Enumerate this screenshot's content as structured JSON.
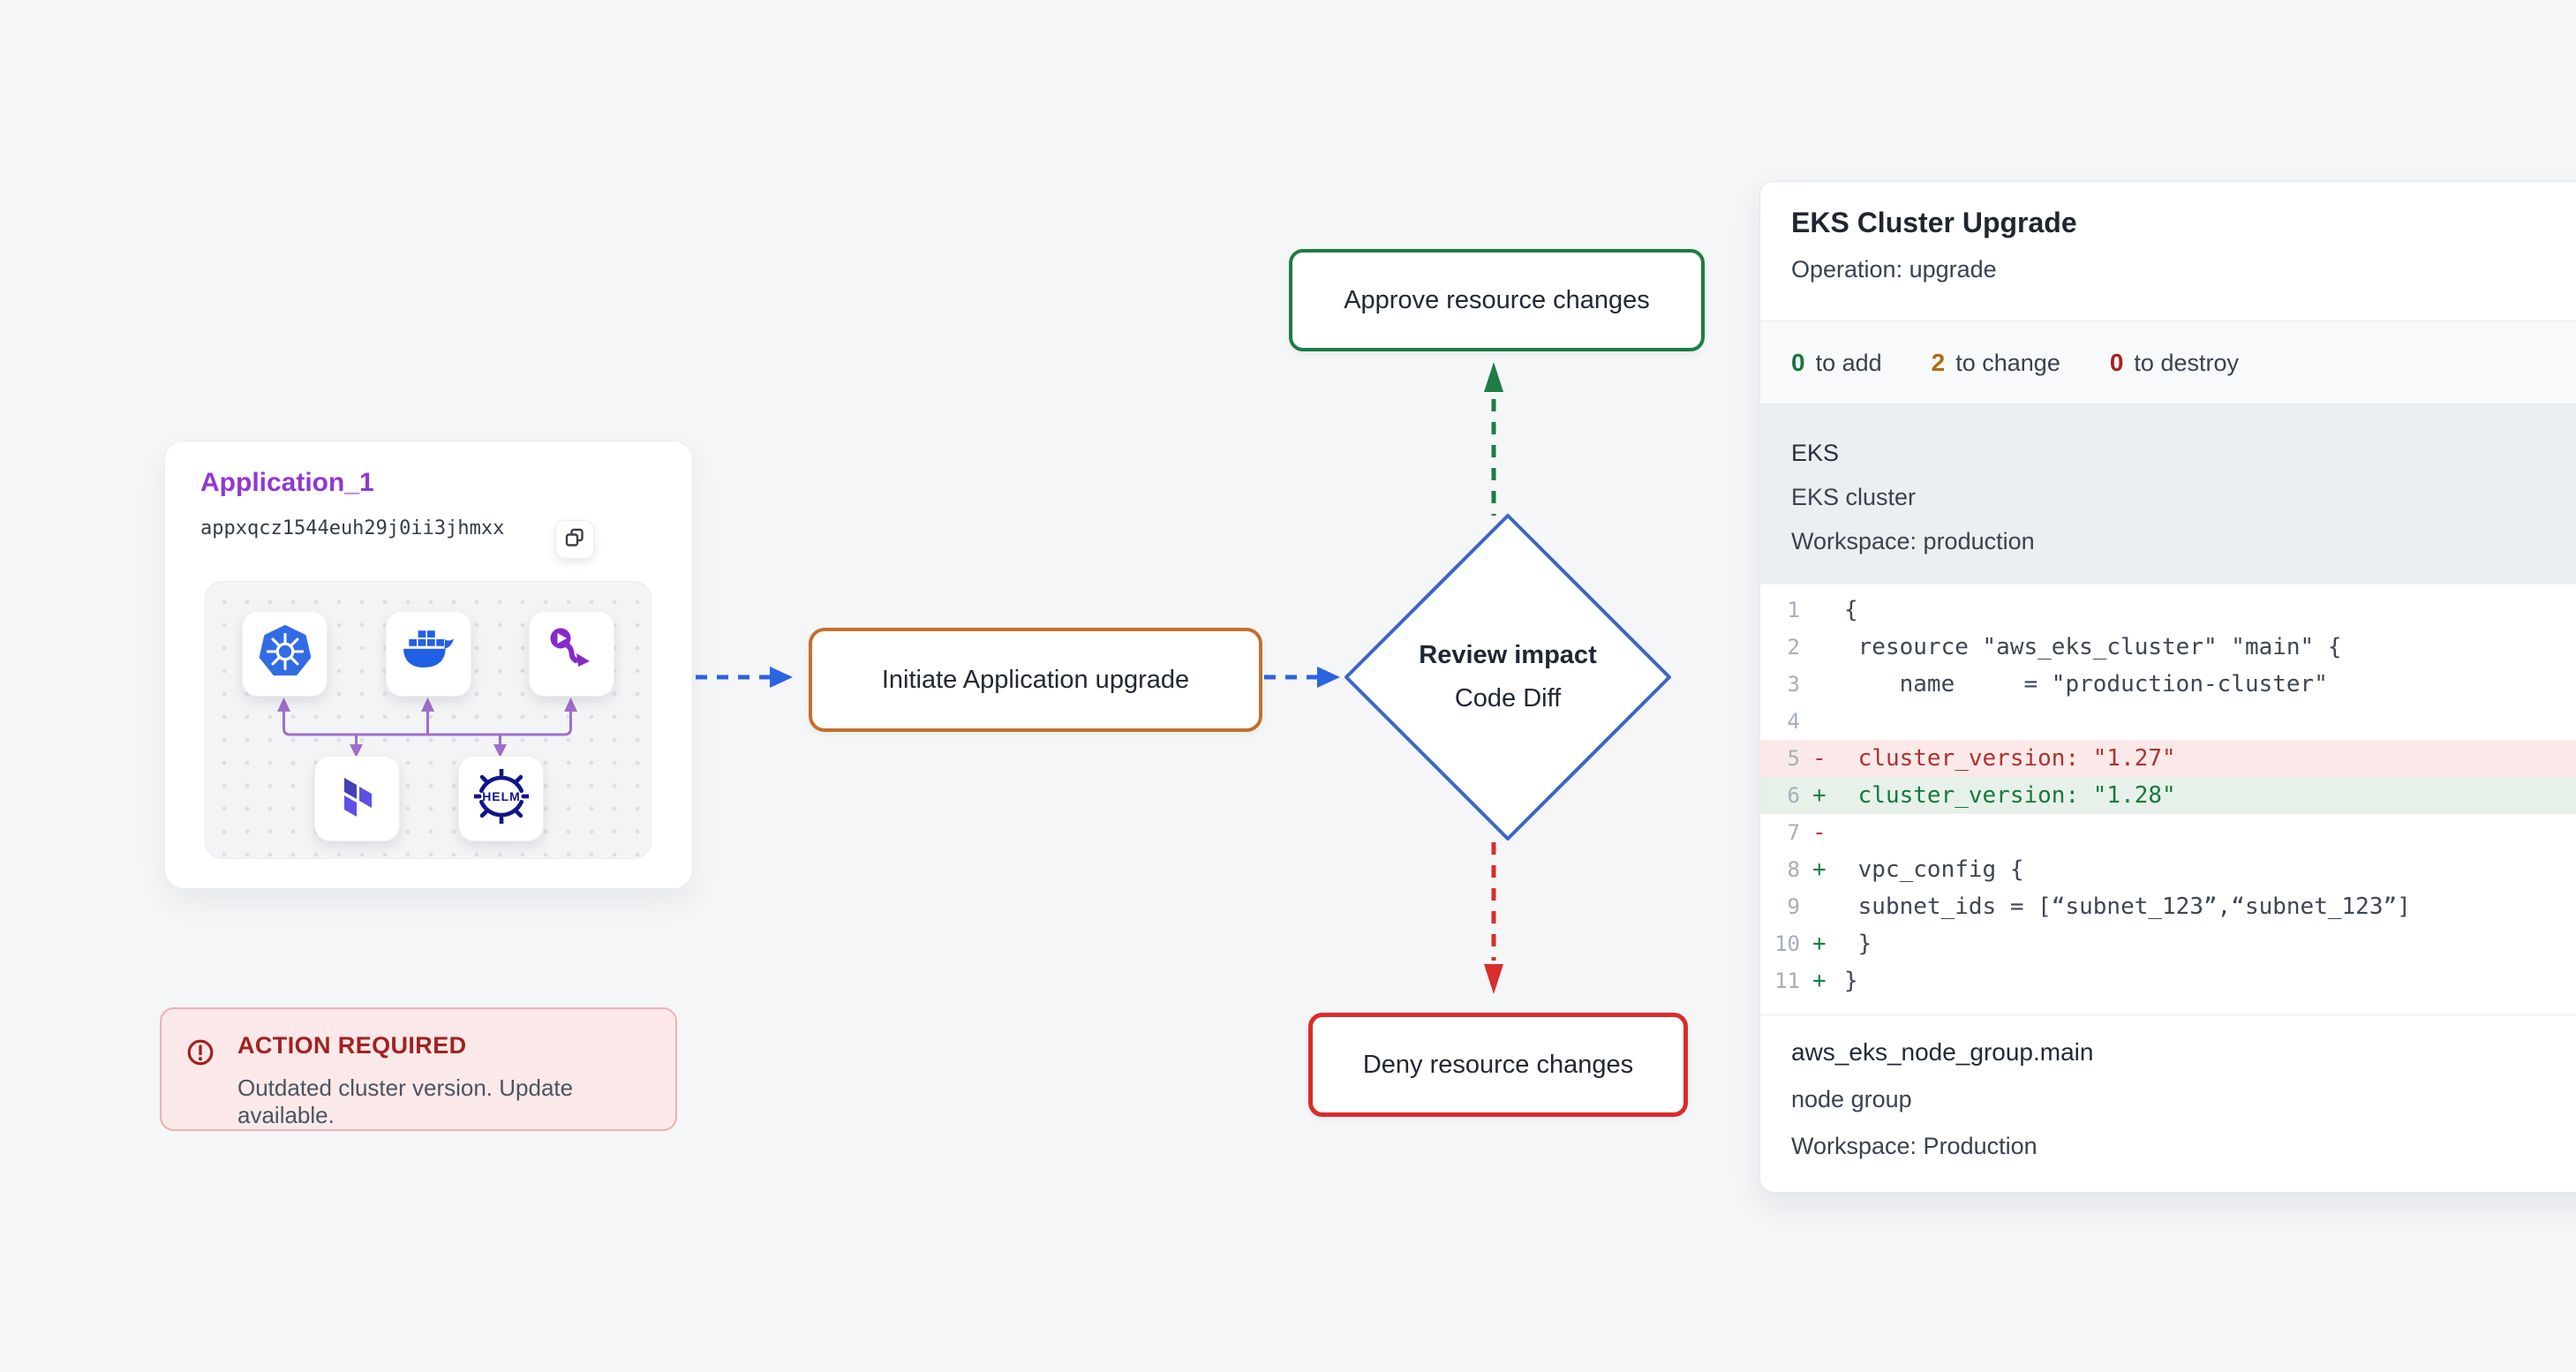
{
  "colors": {
    "page_bg": "#F5F6F8",
    "app_title_purple": "#9137D2",
    "connector_purple": "#A06ECB",
    "arrow_blue": "#2B63E1",
    "arrow_green": "#1E7C44",
    "arrow_red": "#D92D2D",
    "initiate_border_orange": "#C4702C",
    "approve_border_green": "#1C7C43",
    "deny_border_red": "#DB2B2B",
    "diamond_border_blue": "#3C67C6",
    "alert_red": "#A32121",
    "alert_bg": "#FBE9E9",
    "diff_removed_text": "#B03030",
    "diff_added_text": "#157A3D",
    "summary_add_green": "#17763F",
    "summary_change_amber": "#B4690E",
    "summary_destroy_red": "#AE1F1F"
  },
  "app_card": {
    "title": "Application_1",
    "app_id": "appxqcz1544euh29j0ii3jhmxx",
    "helm_label": "HELM",
    "icons": [
      "kubernetes",
      "docker",
      "pipeline",
      "terraform",
      "helm"
    ]
  },
  "alert": {
    "title": "ACTION REQUIRED",
    "message": "Outdated cluster version. Update available."
  },
  "flow": {
    "initiate": "Initiate Application upgrade",
    "decision_line1": "Review impact",
    "decision_line2": "Code Diff",
    "approve": "Approve resource changes",
    "deny": "Deny resource changes"
  },
  "panel": {
    "title": "EKS Cluster Upgrade",
    "operation": "Operation: upgrade",
    "summary": [
      {
        "value": "0",
        "label": "to add"
      },
      {
        "value": "2",
        "label": "to change"
      },
      {
        "value": "0",
        "label": "to destroy"
      }
    ],
    "resource": {
      "name": "EKS",
      "type": "EKS cluster",
      "workspace": "Workspace: production"
    },
    "code": [
      {
        "num": "1",
        "sign": "",
        "text": "{"
      },
      {
        "num": "2",
        "sign": "",
        "text": " resource \"aws_eks_cluster\" \"main\" {"
      },
      {
        "num": "3",
        "sign": "",
        "text": "    name     = \"production-cluster\""
      },
      {
        "num": "4",
        "sign": "",
        "text": ""
      },
      {
        "num": "5",
        "sign": "-",
        "text": " cluster_version: \"1.27\""
      },
      {
        "num": "6",
        "sign": "+",
        "text": " cluster_version: \"1.28\""
      },
      {
        "num": "7",
        "sign": "-",
        "text": ""
      },
      {
        "num": "8",
        "sign": "+",
        "text": " vpc_config {"
      },
      {
        "num": "9",
        "sign": "",
        "text": " subnet_ids = [“subnet_123”,“subnet_123”]"
      },
      {
        "num": "10",
        "sign": "+",
        "text": " }"
      },
      {
        "num": "11",
        "sign": "+",
        "text": "}"
      }
    ],
    "node_group": {
      "name": "aws_eks_node_group.main",
      "type": "node group",
      "workspace": "Workspace: Production"
    }
  }
}
